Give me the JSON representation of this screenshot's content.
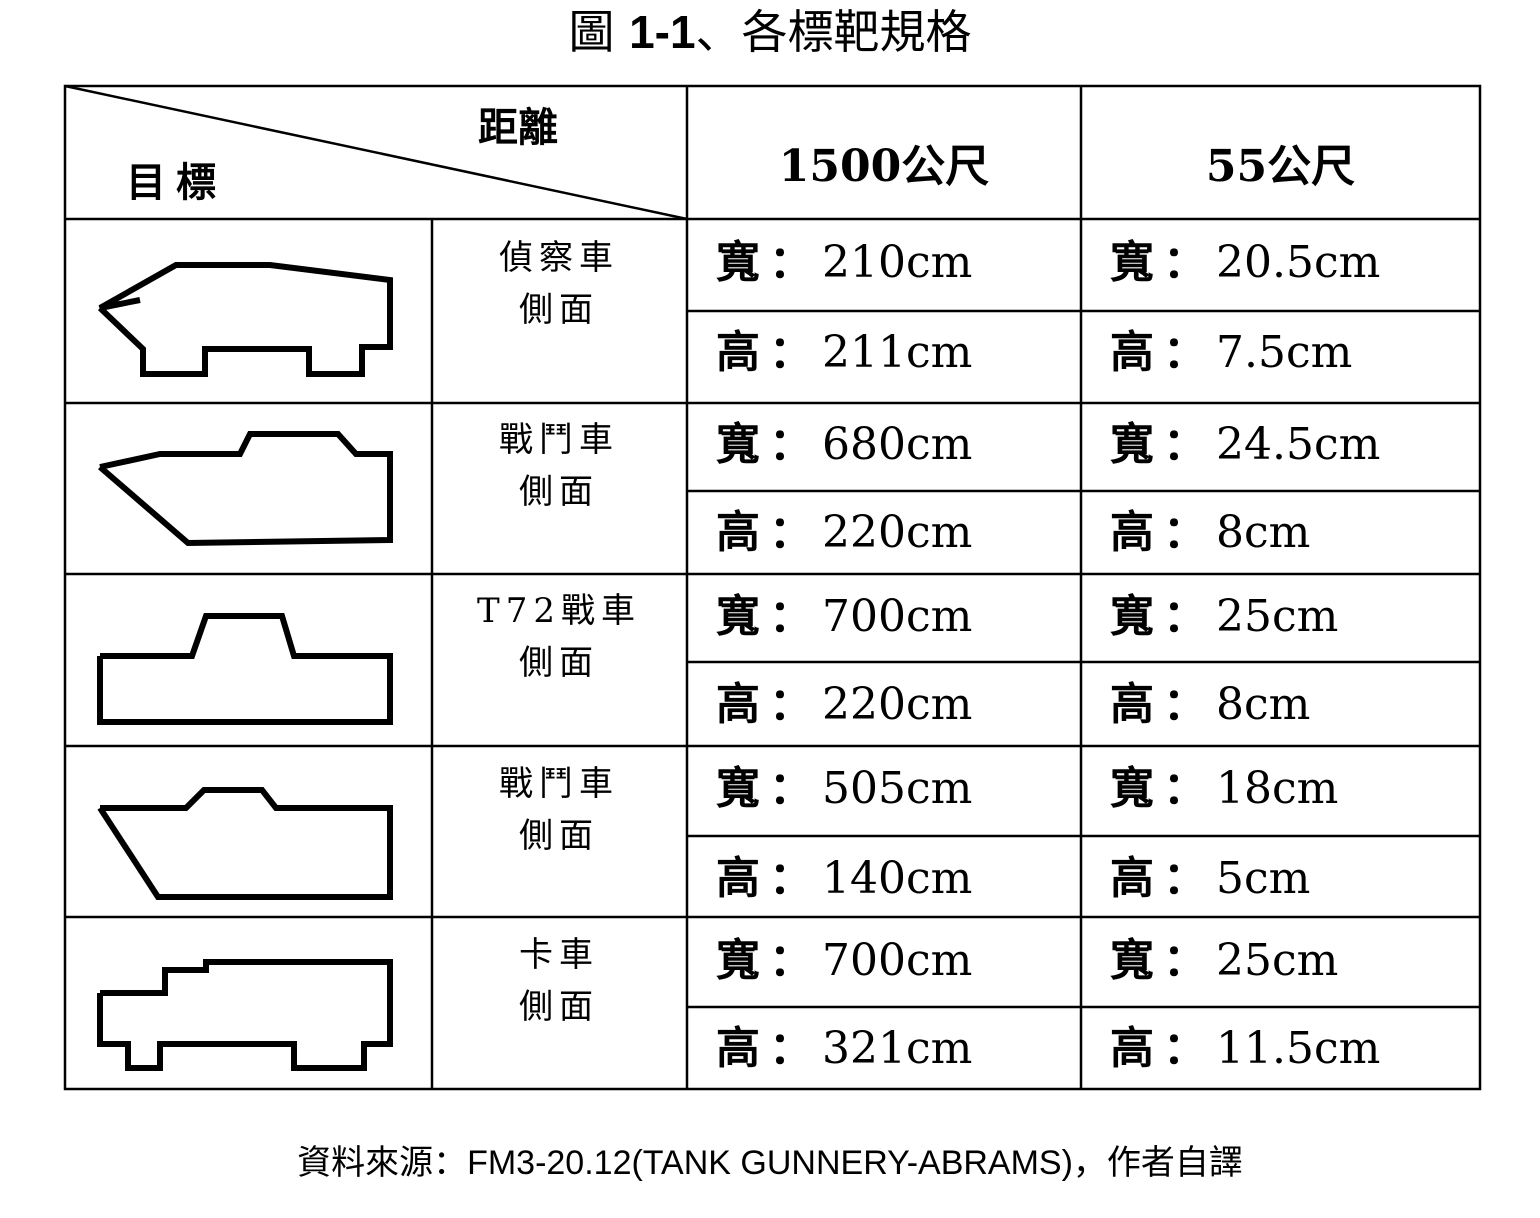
{
  "figure": {
    "title_prefix": "圖 ",
    "title_num": "1-1",
    "title_suffix": "、各標靶規格"
  },
  "table": {
    "corner": {
      "top": "距離",
      "bottom": "目標"
    },
    "col_headers": [
      "1500公尺",
      "55公尺"
    ],
    "width_label": "寬",
    "height_label": "高",
    "separator": "：",
    "rows": [
      {
        "name_line1": "偵察車",
        "name_line2": "側面",
        "w1500": "210cm",
        "h1500": "211cm",
        "w55": "20.5cm",
        "h55": "7.5cm"
      },
      {
        "name_line1": "戰鬥車",
        "name_line2": "側面",
        "w1500": "680cm",
        "h1500": "220cm",
        "w55": "24.5cm",
        "h55": "8cm"
      },
      {
        "name_line1": "T72戰車",
        "name_line2": "側面",
        "w1500": "700cm",
        "h1500": "220cm",
        "w55": "25cm",
        "h55": "8cm"
      },
      {
        "name_line1": "戰鬥車",
        "name_line2": "側面",
        "w1500": "505cm",
        "h1500": "140cm",
        "w55": "18cm",
        "h55": "5cm"
      },
      {
        "name_line1": "卡車",
        "name_line2": "側面",
        "w1500": "700cm",
        "h1500": "321cm",
        "w55": "25cm",
        "h55": "11.5cm"
      }
    ]
  },
  "source": {
    "prefix": "資料來源：",
    "ref": "FM3-20.12(TANK GUNNERY-ABRAMS)",
    "suffix": "，作者自譯"
  }
}
